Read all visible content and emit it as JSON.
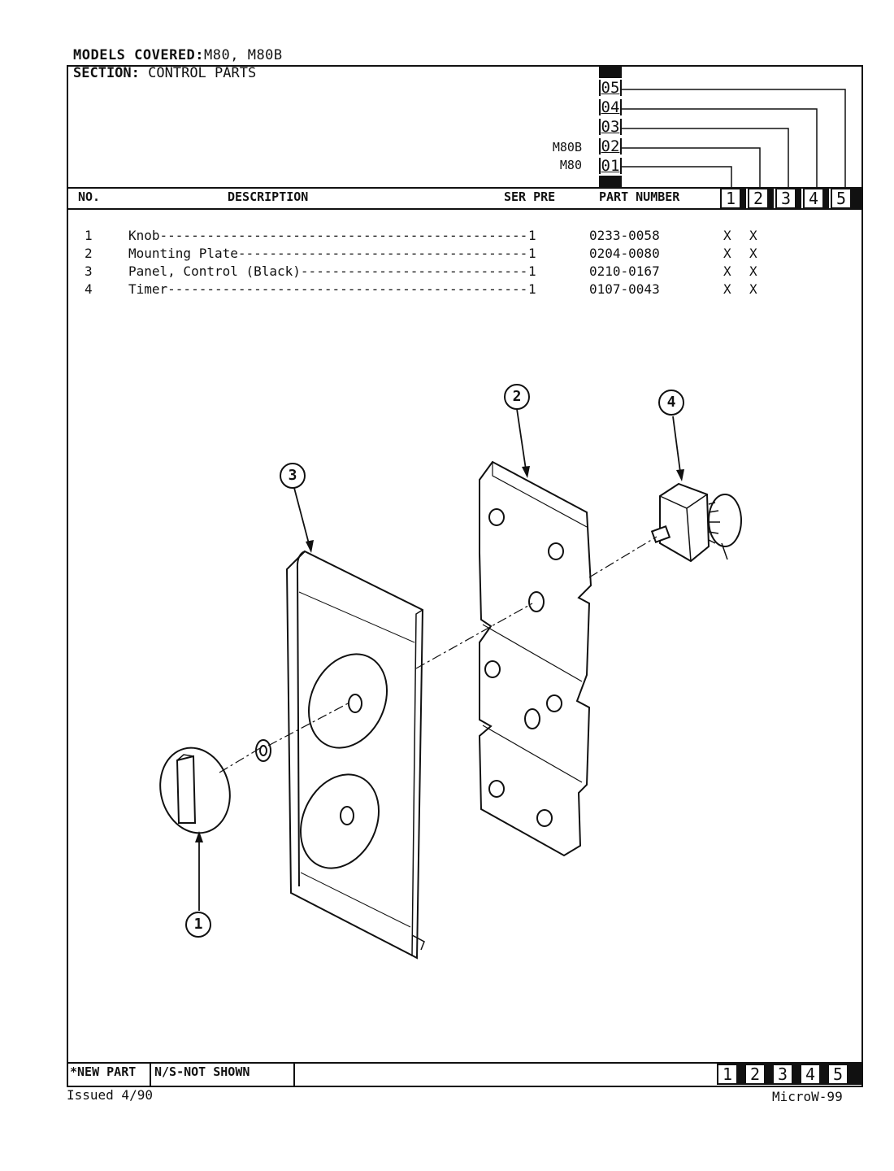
{
  "header": {
    "models_label": "MODELS COVERED:",
    "models_value": "M80, M80B",
    "section_label": "SECTION:",
    "section_value": "CONTROL PARTS"
  },
  "model_codes": [
    {
      "code": "05",
      "model": ""
    },
    {
      "code": "04",
      "model": ""
    },
    {
      "code": "03",
      "model": ""
    },
    {
      "code": "02",
      "model": "M80B"
    },
    {
      "code": "01",
      "model": "M80"
    }
  ],
  "columns": {
    "no": "NO.",
    "description": "DESCRIPTION",
    "ser_pre": "SER PRE",
    "part_number": "PART NUMBER",
    "col_numbers": [
      "1",
      "2",
      "3",
      "4",
      "5"
    ]
  },
  "parts": [
    {
      "no": "1",
      "description": "Knob-----------------------------------------------",
      "qty": "1",
      "part_number": "0233-0058",
      "marks": [
        "X",
        "X"
      ]
    },
    {
      "no": "2",
      "description": "Mounting Plate-------------------------------------",
      "qty": "1",
      "part_number": "0204-0080",
      "marks": [
        "X",
        "X"
      ]
    },
    {
      "no": "3",
      "description": "Panel, Control (Black)-----------------------------",
      "qty": "1",
      "part_number": "0210-0167",
      "marks": [
        "X",
        "X"
      ]
    },
    {
      "no": "4",
      "description": "Timer----------------------------------------------",
      "qty": "1",
      "part_number": "0107-0043",
      "marks": [
        "X",
        "X"
      ]
    }
  ],
  "callouts": [
    "1",
    "2",
    "3",
    "4"
  ],
  "footer": {
    "new_part": "*NEW PART",
    "not_shown": "N/S-NOT SHOWN",
    "col_numbers": [
      "1",
      "2",
      "3",
      "4",
      "5"
    ],
    "issued": "Issued 4/90",
    "page_ref": "MicroW-99"
  }
}
